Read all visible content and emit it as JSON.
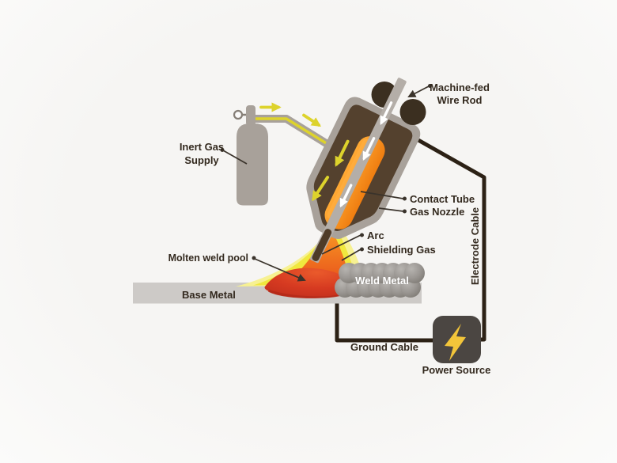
{
  "diagram": {
    "labels": {
      "machine_fed_line1": "Machine-fed",
      "machine_fed_line2": "Wire Rod",
      "inert_gas_line1": "Inert Gas",
      "inert_gas_line2": "Supply",
      "contact_tube": "Contact Tube",
      "gas_nozzle": "Gas Nozzle",
      "arc": "Arc",
      "shielding_gas": "Shielding Gas",
      "molten_weld_pool": "Molten weld pool",
      "base_metal": "Base Metal",
      "weld_metal": "Weld Metal",
      "electrode_cable": "Electrode Cable",
      "ground_cable": "Ground Cable",
      "power_source": "Power Source"
    },
    "icons": {
      "power_source": "lightning-bolt-icon",
      "gas_flow": "yellow-arrow-icon",
      "wire_feed": "white-arrow-icon"
    },
    "colors": {
      "background": "#f6f5f3",
      "metal_gray": "#a8a19a",
      "roller_dark": "#3b2f20",
      "torch_body_brown": "#54412e",
      "contact_tube_orange": "#f78c1b",
      "wire_gray": "#b4aea8",
      "wire_tip_brown": "#4e3b28",
      "flow_yellow": "#ddd32c",
      "gas_cone_yellow": "#f0e83e",
      "gas_cone_pale": "#f7f192",
      "arc_orange": "#f68a1e",
      "pool_red": "#d23420",
      "pool_dark_red": "#b52a18",
      "base_metal_gray": "#cdcac7",
      "weld_bead_gray": "#9b9793",
      "cable_dark": "#2c2115",
      "power_box_gray": "#4b4642",
      "bolt_yellow": "#f2c53a",
      "label_dark": "#33291e",
      "leader_line": "#3a332b",
      "white": "#ffffff"
    }
  }
}
